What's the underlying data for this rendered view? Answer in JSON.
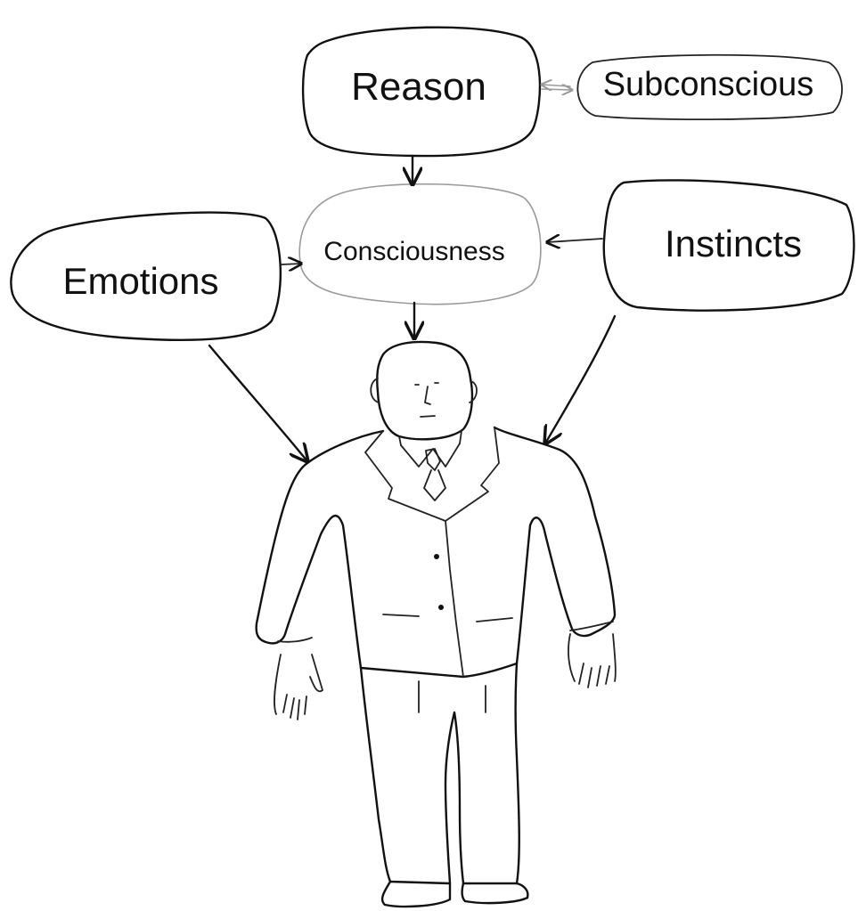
{
  "nodes": {
    "reason": "Reason",
    "subconscious": "Subconscious",
    "consciousness": "Consciousness",
    "emotions": "Emotions",
    "instincts": "Instincts"
  },
  "colors": {
    "ink": "#111111",
    "faint_ink": "#9a9a9a",
    "background": "#ffffff"
  },
  "figure": "person-in-suit-drawing"
}
